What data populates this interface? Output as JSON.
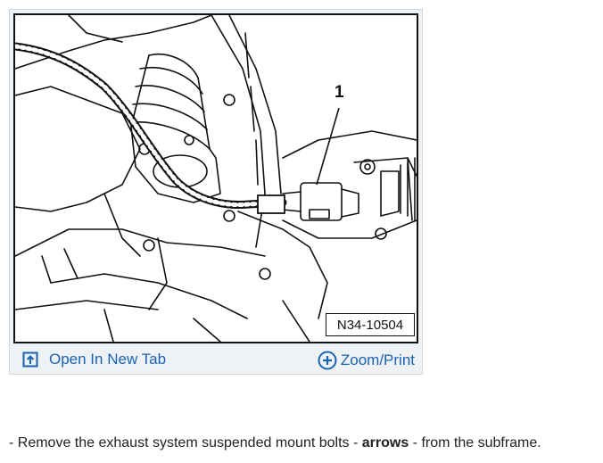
{
  "figure": {
    "reference_code": "N34-10504",
    "callout_number": "1"
  },
  "actions": {
    "open_new_tab_label": "Open In New Tab",
    "zoom_print_label": "Zoom/Print",
    "link_color": "#1a63b3"
  },
  "instruction": {
    "prefix": "-  Remove the exhaust system suspended mount bolts - ",
    "emphasis": "arrows",
    "suffix": " - from the subframe."
  },
  "icons": {
    "open_tab": "open-in-new-tab-icon",
    "zoom": "zoom-plus-icon"
  }
}
